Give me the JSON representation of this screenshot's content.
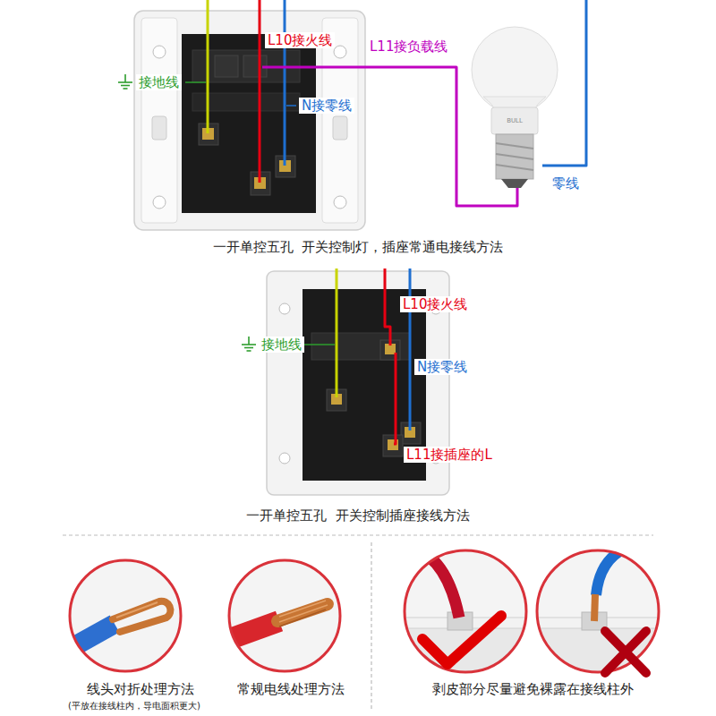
{
  "diagram": {
    "labels": [
      "L10接火线",
      "L11接负载线",
      "接地线",
      "N接零线",
      "BULL",
      "零线",
      "一开单控五孔  开关控制灯，插座常通电接线方法",
      "L10接火线",
      "接地线",
      "N接零线",
      "L11接插座的L",
      "一开单控五孔  开关控制插座接线方法",
      "线头对折处理方法",
      "(平放在接线柱内，导电面积更大)",
      "常规电线处理方法",
      "剥皮部分尽量避免裸露在接线柱外"
    ]
  }
}
